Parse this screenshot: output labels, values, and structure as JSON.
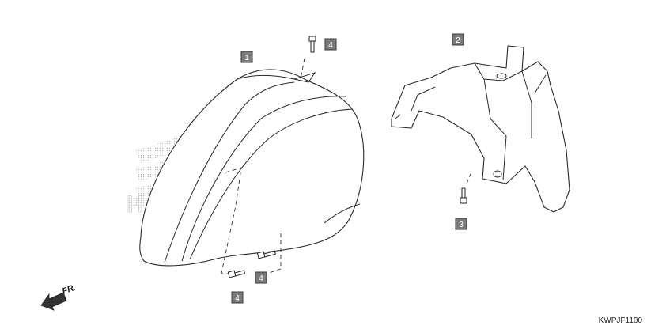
{
  "diagram": {
    "code": "KWPJF1100",
    "direction_label": "FR.",
    "watermark_text": "HONDA",
    "callouts": [
      {
        "id": "callout-1",
        "label": "1"
      },
      {
        "id": "callout-2",
        "label": "2"
      },
      {
        "id": "callout-3",
        "label": "3"
      },
      {
        "id": "callout-4-top",
        "label": "4"
      },
      {
        "id": "callout-4-mid",
        "label": "4"
      },
      {
        "id": "callout-4-bottom",
        "label": "4"
      }
    ],
    "colors": {
      "callout_fill": "#7b7b7b",
      "line": "#2a2a2a",
      "watermark": "#c8c8c8"
    }
  }
}
